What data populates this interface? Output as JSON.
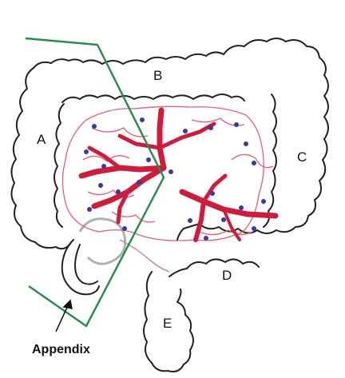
{
  "labels": {
    "a": "A",
    "b": "B",
    "c": "C",
    "d": "D",
    "e": "E",
    "appendix": "Appendix"
  },
  "colors": {
    "outline": "#222222",
    "artery": "#d01c3c",
    "arcade": "#e06070",
    "node": "#3a3aa0",
    "resection_line": "#2e8b4e",
    "ileum": "#b0b0b0"
  }
}
